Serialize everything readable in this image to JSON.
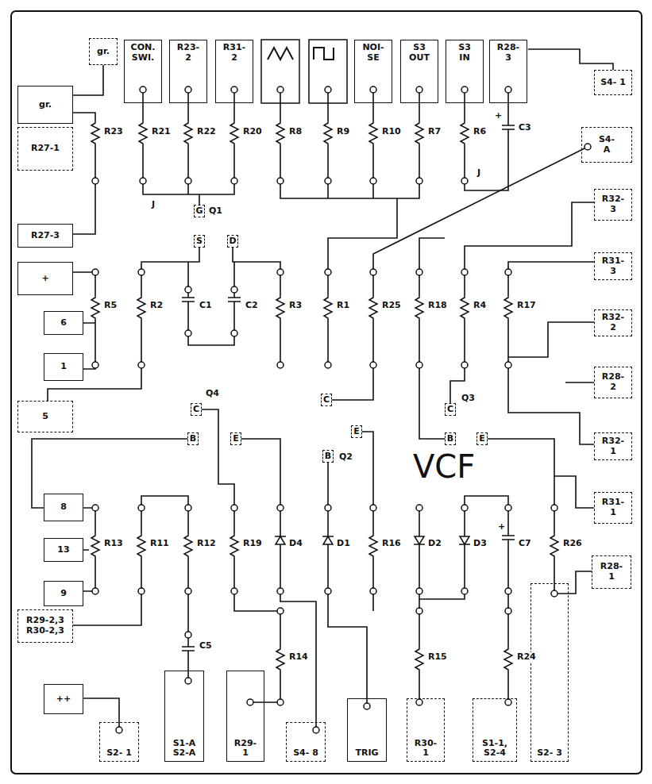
{
  "diagram": {
    "title": "VCF",
    "nodes": [
      {
        "text": [
          "gr."
        ]
      },
      {
        "text": [
          "CON. SWI."
        ]
      },
      {
        "text": [
          "R23- 2"
        ]
      },
      {
        "text": [
          "R31- 2"
        ]
      },
      {
        "text": [
          "NOI- SE"
        ]
      },
      {
        "text": [
          "S3 OUT"
        ]
      },
      {
        "text": [
          "S3 IN"
        ]
      },
      {
        "text": [
          "R28- 3"
        ]
      },
      {
        "text": [
          "S4- 1"
        ]
      },
      {
        "text": [
          "gr."
        ]
      },
      {
        "text": [
          "R27-1"
        ]
      },
      {
        "text": [
          "S4- A"
        ]
      },
      {
        "text": [
          "R32- 3"
        ]
      },
      {
        "text": [
          "G"
        ]
      },
      {
        "text": [
          "R27-3"
        ]
      },
      {
        "text": [
          "S"
        ]
      },
      {
        "text": [
          "D"
        ]
      },
      {
        "text": [
          "R31- 3"
        ]
      },
      {
        "text": [
          "+"
        ]
      },
      {
        "text": [
          "6"
        ]
      },
      {
        "text": [
          "R32- 2"
        ]
      },
      {
        "text": [
          "1"
        ]
      },
      {
        "text": [
          "R28- 2"
        ]
      },
      {
        "text": [
          "C"
        ]
      },
      {
        "text": [
          "5"
        ]
      },
      {
        "text": [
          "C"
        ]
      },
      {
        "text": [
          "C"
        ]
      },
      {
        "text": [
          "E"
        ]
      },
      {
        "text": [
          "B"
        ]
      },
      {
        "text": [
          "E"
        ]
      },
      {
        "text": [
          "B"
        ]
      },
      {
        "text": [
          "E"
        ]
      },
      {
        "text": [
          "R32- 1"
        ]
      },
      {
        "text": [
          "B"
        ]
      },
      {
        "text": [
          "8"
        ]
      },
      {
        "text": [
          "R31- 1"
        ]
      },
      {
        "text": [
          "13"
        ]
      },
      {
        "text": [
          "R28- 1"
        ]
      },
      {
        "text": [
          "9"
        ]
      },
      {
        "text": [
          "S2- 3"
        ]
      },
      {
        "text": [
          "R29-2,3 R30-2,3"
        ]
      },
      {
        "text": [
          "S1-A S2-A"
        ]
      },
      {
        "text": [
          "R29- 1"
        ]
      },
      {
        "text": [
          "++"
        ]
      },
      {
        "text": [
          "TRIG"
        ]
      },
      {
        "text": [
          "R30- 1"
        ]
      },
      {
        "text": [
          "S1-1, S2-4"
        ]
      },
      {
        "text": [
          "S2- 1"
        ]
      },
      {
        "text": [
          "S4- 8"
        ]
      }
    ],
    "labels": [
      "R23",
      "R21",
      "R22",
      "R20",
      "R8",
      "R9",
      "R10",
      "R7",
      "R6",
      "+",
      "C3",
      "J",
      "J",
      "Q1",
      "R5",
      "R2",
      "C1",
      "C2",
      "R3",
      "R1",
      "R25",
      "R18",
      "R4",
      "R17",
      "Q4",
      "Q2",
      "Q3",
      "R13",
      "R11",
      "R12",
      "R19",
      "D4",
      "D1",
      "R16",
      "D2",
      "D3",
      "+",
      "C7",
      "R26",
      "C5",
      "R14",
      "R15",
      "R24"
    ]
  }
}
